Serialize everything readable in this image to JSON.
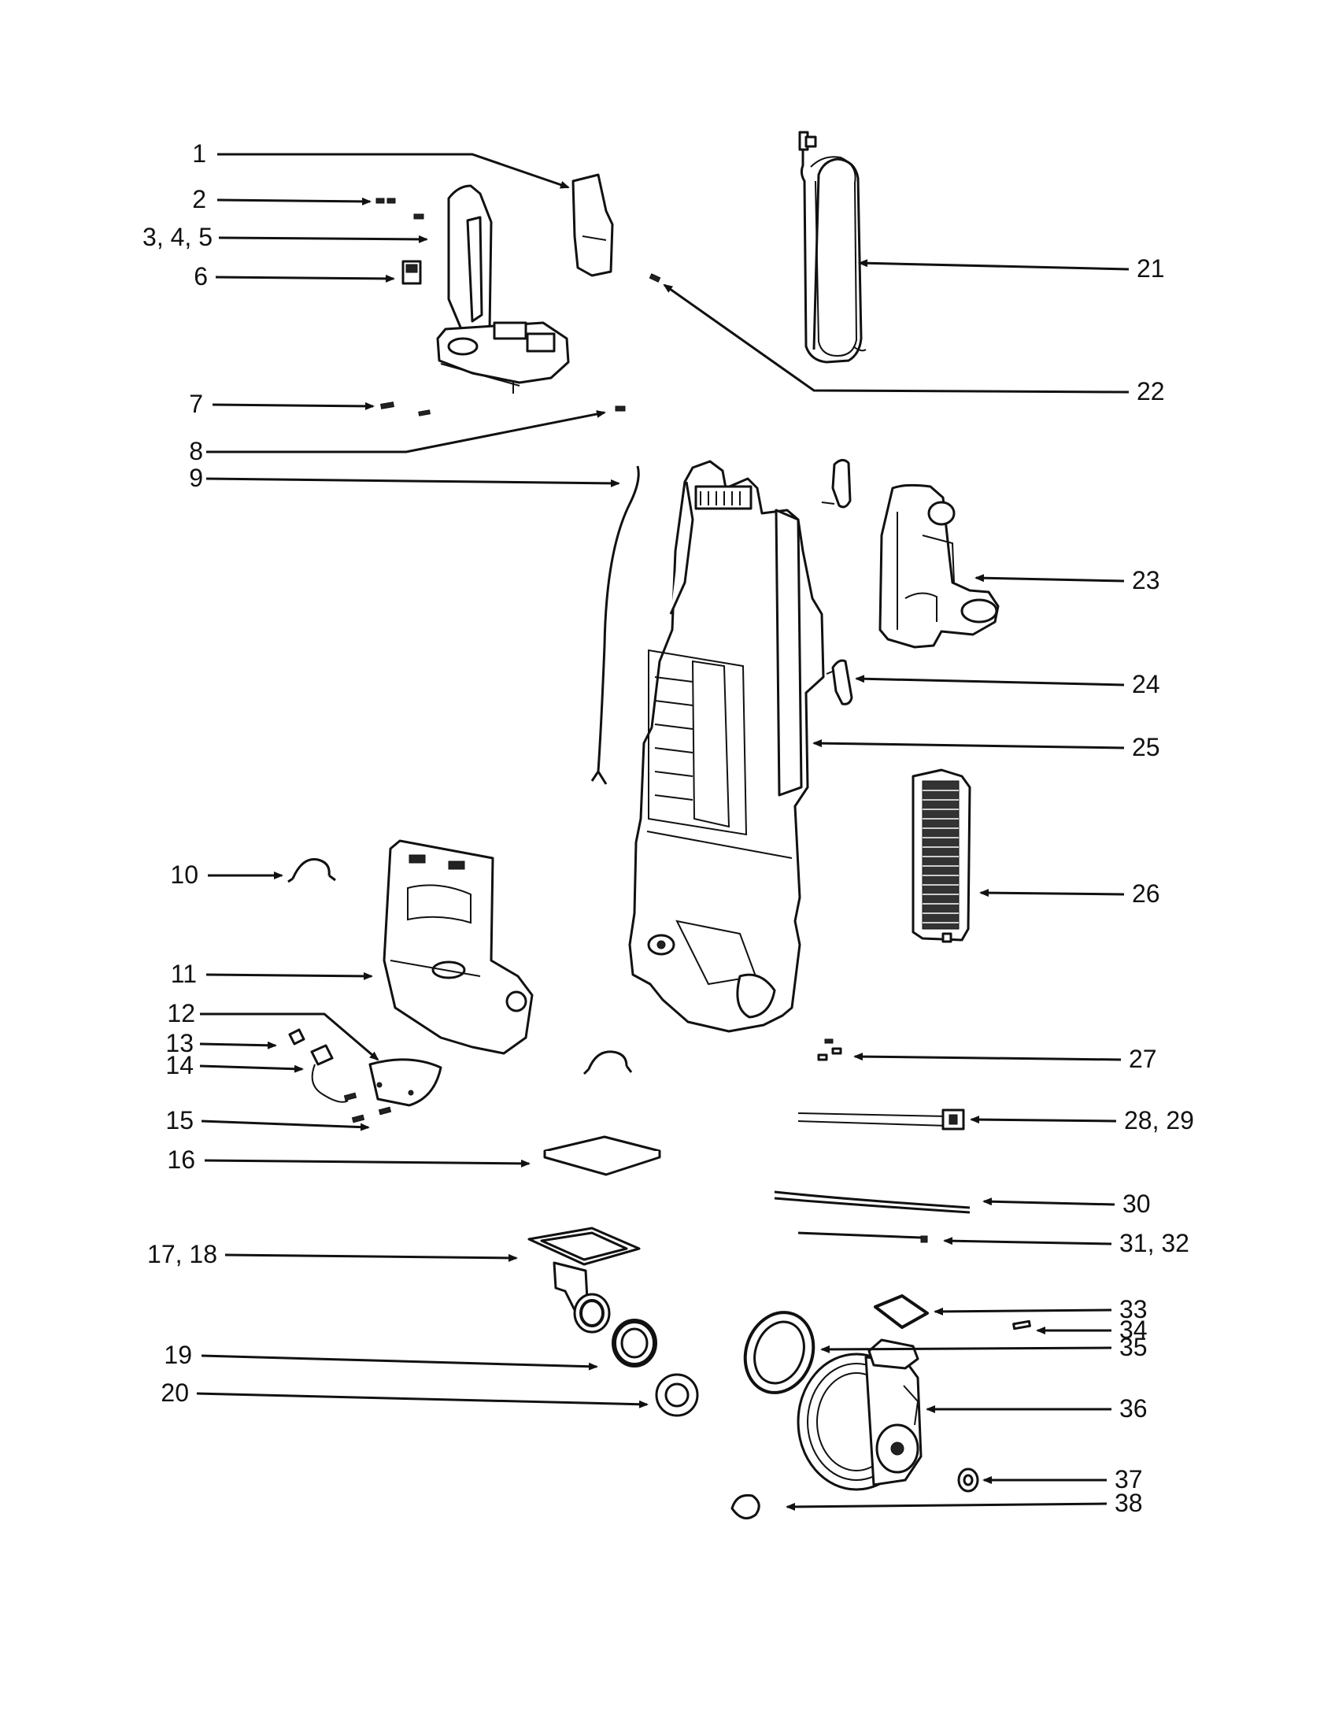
{
  "callouts": [
    {
      "id": "1",
      "label": "1"
    },
    {
      "id": "2",
      "label": "2"
    },
    {
      "id": "3-4-5",
      "label": "3, 4, 5"
    },
    {
      "id": "6",
      "label": "6"
    },
    {
      "id": "7",
      "label": "7"
    },
    {
      "id": "8",
      "label": "8"
    },
    {
      "id": "9",
      "label": "9"
    },
    {
      "id": "10",
      "label": "10"
    },
    {
      "id": "11",
      "label": "11"
    },
    {
      "id": "12",
      "label": "12"
    },
    {
      "id": "13",
      "label": "13"
    },
    {
      "id": "14",
      "label": "14"
    },
    {
      "id": "15",
      "label": "15"
    },
    {
      "id": "16",
      "label": "16"
    },
    {
      "id": "17-18",
      "label": "17, 18"
    },
    {
      "id": "19",
      "label": "19"
    },
    {
      "id": "20",
      "label": "20"
    },
    {
      "id": "21",
      "label": "21"
    },
    {
      "id": "22",
      "label": "22"
    },
    {
      "id": "23",
      "label": "23"
    },
    {
      "id": "24",
      "label": "24"
    },
    {
      "id": "25",
      "label": "25"
    },
    {
      "id": "26",
      "label": "26"
    },
    {
      "id": "27",
      "label": "27"
    },
    {
      "id": "28-29",
      "label": "28, 29"
    },
    {
      "id": "30",
      "label": "30"
    },
    {
      "id": "31-32",
      "label": "31, 32"
    },
    {
      "id": "33",
      "label": "33"
    },
    {
      "id": "34",
      "label": "34"
    },
    {
      "id": "35",
      "label": "35"
    },
    {
      "id": "36",
      "label": "36"
    },
    {
      "id": "37",
      "label": "37"
    },
    {
      "id": "38",
      "label": "38"
    }
  ]
}
